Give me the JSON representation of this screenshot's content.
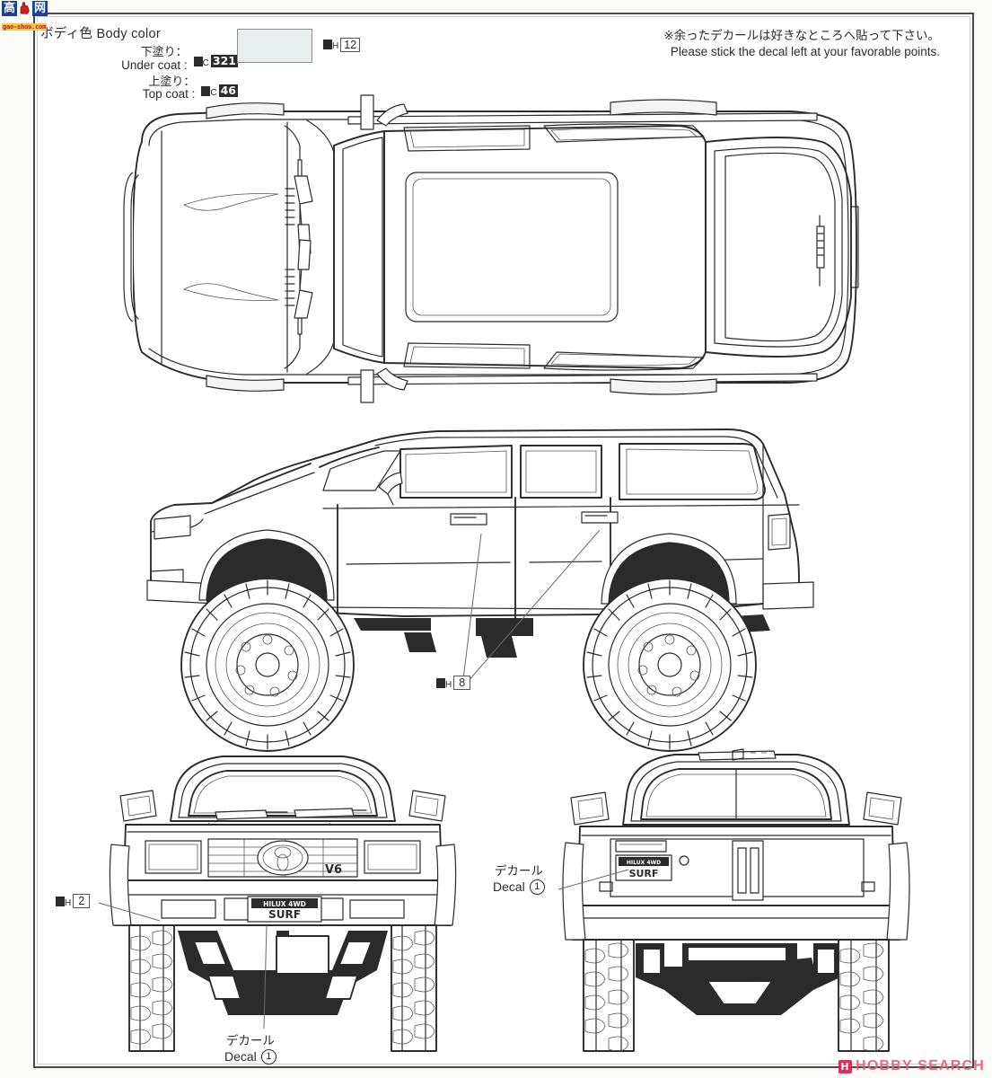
{
  "site_logo": {
    "chars": [
      "高",
      "网"
    ],
    "hand_icon": "hand-pointing-icon",
    "url": "gao-shou.com"
  },
  "header": {
    "body_color": {
      "title_jp": "ボディ色",
      "title_en": "Body color",
      "under_coat": {
        "label_jp": "下塗り：",
        "label_en": "Under coat :",
        "brand": "P",
        "series": "C",
        "code": "321",
        "style": "inverted"
      },
      "top_coat": {
        "label_jp": "上塗り：",
        "label_en": "Top coat :",
        "brand": "P",
        "series": "C",
        "code": "46",
        "style": "inverted"
      }
    },
    "swatch": {
      "color": "#e8edee",
      "brand": "P",
      "series": "H",
      "code": "12",
      "style": "boxed"
    },
    "note": {
      "jp": "※余ったデカールは好きなところへ貼って下さい。",
      "en": "Please stick the decal left at your favorable points."
    }
  },
  "callouts": [
    {
      "id": "ph8",
      "brand": "P",
      "series": "H",
      "code": "8",
      "style": "boxed"
    },
    {
      "id": "ph2",
      "brand": "P",
      "series": "H",
      "code": "2",
      "style": "boxed"
    }
  ],
  "decals": {
    "front": {
      "label_jp": "デカール",
      "label_en": "Decal",
      "number": "1"
    },
    "rear": {
      "label_jp": "デカール",
      "label_en": "Decal",
      "number": "1"
    }
  },
  "vehicle": {
    "name": "Toyota Hilux Surf 4WD",
    "plate_top": "HILUX 4WD",
    "plate_bottom": "SURF",
    "grille_badge": "V6",
    "emblem": "toyota-emblem"
  },
  "views": {
    "top": "top-view",
    "side": "side-view",
    "front": "front-view",
    "rear": "rear-view"
  },
  "watermark": {
    "mark": "H",
    "text": "HOBBY SEARCH",
    "color": "#e0607e"
  }
}
